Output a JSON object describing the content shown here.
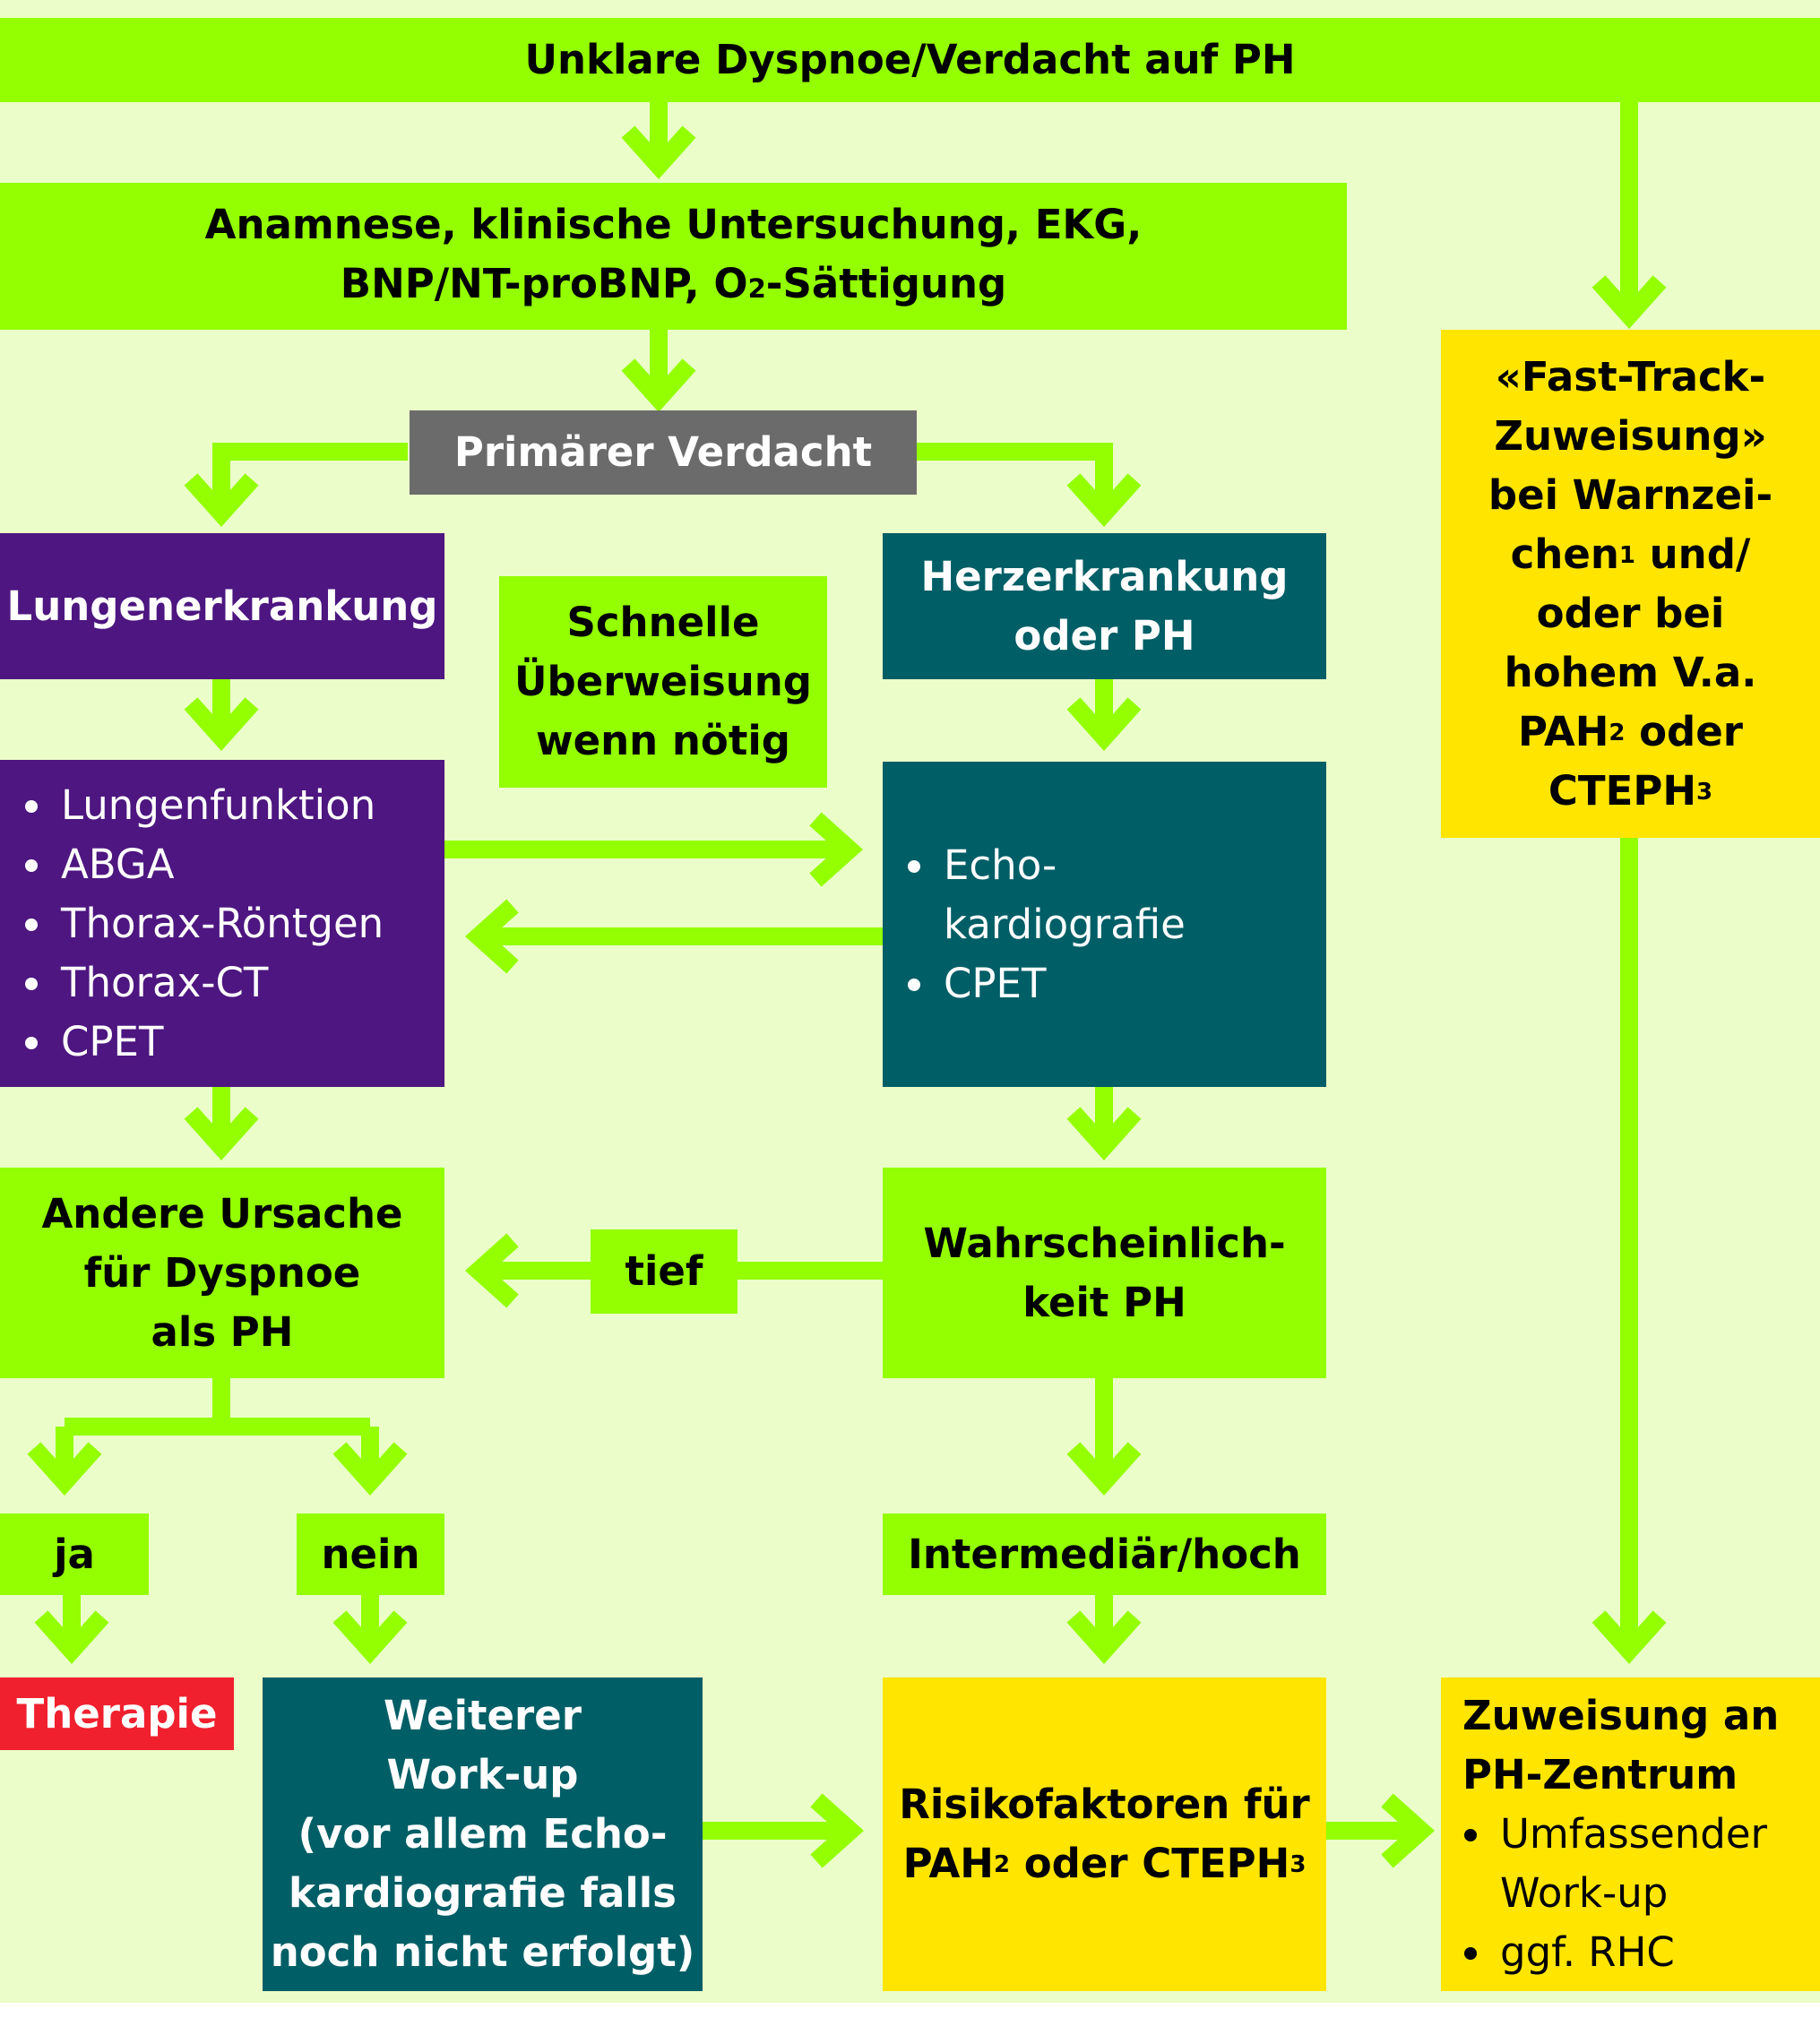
{
  "colors": {
    "background": "#ebfdc8",
    "arrow": "#93ff00",
    "green_box": "#93ff00",
    "yellow_box": "#ffe500",
    "purple_box": "#4d1680",
    "teal_box": "#005e66",
    "gray_box": "#6b6b6b",
    "red_box": "#f0202e"
  },
  "nodes": {
    "start": {
      "label": "Unklare Dyspnoe/Verdacht auf PH"
    },
    "anamnese": {
      "line1": "Anamnese, klinische Untersuchung, EKG,",
      "line2_prefix": "BNP/NT-proBNP, O",
      "line2_sub": "2",
      "line2_suffix": "-Sättigung"
    },
    "primaer": {
      "label": "Primärer Verdacht"
    },
    "lunge": {
      "label": "Lungenerkrankung"
    },
    "schnell": {
      "line1": "Schnelle",
      "line2": "Überweisung",
      "line3": "wenn nötig"
    },
    "herz": {
      "line1": "Herzerkrankung",
      "line2": "oder PH"
    },
    "lunge_tests": {
      "items": [
        "Lungenfunktion",
        "ABGA",
        "Thorax-Röntgen",
        "Thorax-CT",
        "CPET"
      ]
    },
    "herz_tests": {
      "item1_line1": "Echo-",
      "item1_line2": "kardiografie",
      "item2": "CPET"
    },
    "andere": {
      "line1": "Andere Ursache",
      "line2": "für Dyspnoe",
      "line3": "als PH"
    },
    "tief": {
      "label": "tief"
    },
    "wahrsch": {
      "line1": "Wahrscheinlich-",
      "line2": "keit PH"
    },
    "ja": {
      "label": "ja"
    },
    "nein": {
      "label": "nein"
    },
    "inter": {
      "label": "Intermediär/hoch"
    },
    "therapie": {
      "label": "Therapie"
    },
    "weiter": {
      "line1": "Weiterer",
      "line2": "Work-up",
      "line3": "(vor allem Echo-",
      "line4": "kardiografie falls",
      "line5": "noch nicht erfolgt)"
    },
    "risiko": {
      "line1": "Risikofaktoren für",
      "line2_a": "PAH",
      "sup_a": "2",
      "line2_b": " oder CTEPH",
      "sup_b": "3"
    },
    "fasttrack": {
      "line1": "«Fast-Track-",
      "line2": "Zuweisung»",
      "line3": "bei Warnzei-",
      "line4_a": "chen",
      "sup_1": "1",
      "line4_b": " und/",
      "line5": "oder bei",
      "line6": "hohem V.a.",
      "line7_a": "PAH",
      "sup_2": "2",
      "line7_b": " oder",
      "line8_a": "CTEPH",
      "sup_3": "3"
    },
    "zentrum": {
      "line1": "Zuweisung an",
      "line2": "PH-Zentrum",
      "item1_line1": "Umfassender",
      "item1_line2": "Work-up",
      "item2": "ggf. RHC"
    }
  }
}
